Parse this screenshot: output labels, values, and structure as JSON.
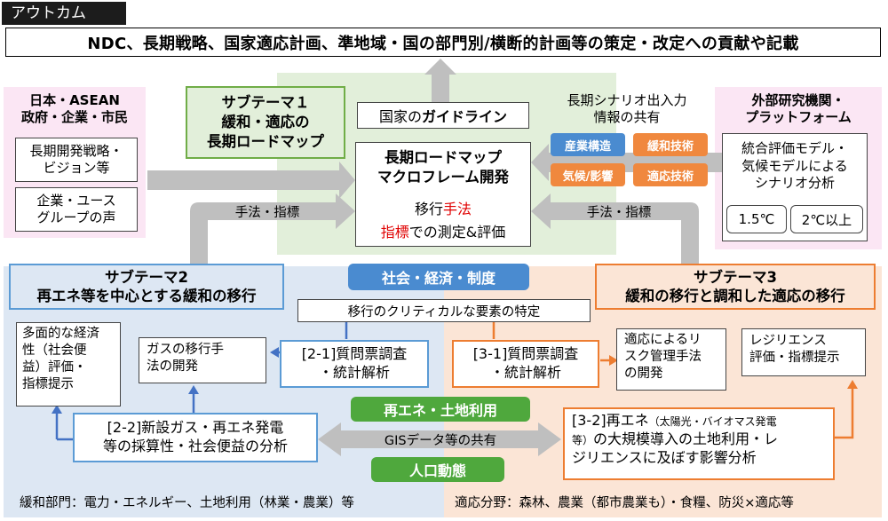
{
  "header": {
    "tag": "アウトカム",
    "outcome": "NDC、長期戦略、国家適応計画、準地域・国の部門別/横断的計画等の策定・改定への貢献や記載"
  },
  "left_stakeholders": {
    "title": "日本・ASEAN\n政府・企業・市民",
    "items": [
      "長期開発戦略・\nビジョン等",
      "企業・ユース\nグループの声"
    ]
  },
  "subtheme1": {
    "label": "サブテーマ１\n緩和・適応の\n長期ロードマップ"
  },
  "center": {
    "guideline_prefix": "国家の",
    "guideline_bold": "ガイドライン",
    "roadmap_title": "長期ロードマップ\nマクロフレーム開発",
    "transition_prefix": "移行",
    "transition_red": "手法",
    "indicator_red": "指標",
    "indicator_suffix": "での測定&評価"
  },
  "scenario": {
    "title": "長期シナリオ出入力\n情報の共有",
    "tags": [
      "産業構造",
      "緩和技術",
      "気候/影響",
      "適応技術"
    ]
  },
  "external": {
    "title": "外部研究機関・\nプラットフォーム",
    "desc": "統合評価モデル・\n気候モデルによる\nシナリオ分析",
    "options": [
      "1.5℃",
      "2℃以上"
    ]
  },
  "arrows": {
    "method_left": "手法・指標",
    "method_right": "手法・指標",
    "gis": "GISデータ等の共有"
  },
  "subtheme2": {
    "label": "サブテーマ2\n再エネ等を中心とする緩和の移行"
  },
  "subtheme3": {
    "label": "サブテーマ3\n緩和の移行と調和した適応の移行"
  },
  "topics": {
    "social": "社会・経済・制度",
    "renewable": "再エネ・土地利用",
    "population": "人口動態"
  },
  "critical": "移行のクリティカルな要素の特定",
  "boxes": {
    "multi_eval": "多面的な経済\n性（社会便\n益）評価・\n指標提示",
    "gas_method": "ガスの移行手\n法の開発",
    "q21": "[2-1]質問票調査\n・統計解析",
    "q22": "[2-2]新設ガス・再エネ発電\n等の採算性・社会便益の分析",
    "q31": "[3-1]質問票調査\n・統計解析",
    "adapt_risk": "適応によるリ\nスク管理手法\nの開発",
    "resilience": "レジリエンス\n評価・指標提示",
    "q32_a": "[3-2]再エネ",
    "q32_small": "（太陽光・バイオマス発電\n等）",
    "q32_b": "の大規模導入の土地利用・レ\nジリエンスに及ぼす影響分析"
  },
  "footer": {
    "left": "緩和部門：電力・エネルギー、土地利用（林業・農業）等",
    "right": "適応分野：森林、農業（都市農業も）・食糧、防災×適応等"
  },
  "colors": {
    "blue_border": "#5b9bd5",
    "blue_bg": "#dde7f3",
    "orange_border": "#ed7d31",
    "orange_bg": "#fbe5d6",
    "green_border": "#70ad47",
    "green_bg": "#e2efda",
    "pink_bg": "#fbe6f4",
    "red": "#e00000",
    "pill_blue": "#4a8bd0",
    "pill_orange": "#f0883e",
    "pill_green": "#4fa83d",
    "arrow_gray": "#bfbfbf"
  }
}
